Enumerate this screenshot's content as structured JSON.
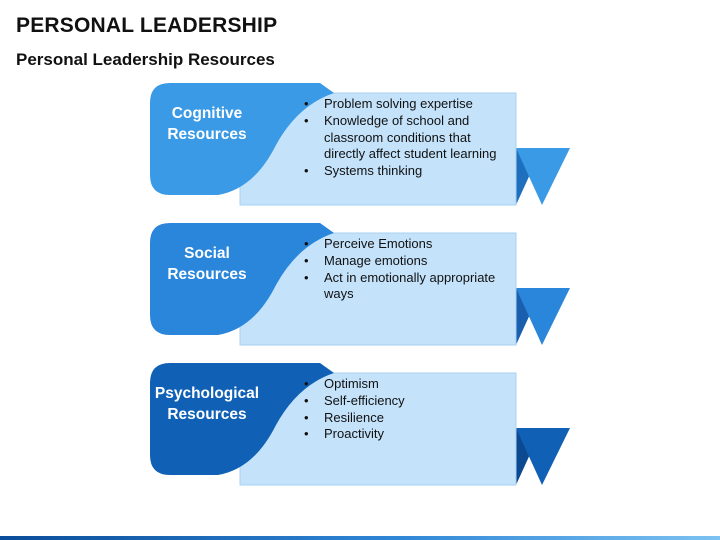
{
  "header": {
    "title": "PERSONAL LEADERSHIP",
    "subtitle": "Personal Leadership Resources"
  },
  "colors": {
    "panel": "#c4e3fb",
    "panel_shadow": "#a9d1f2",
    "rows": [
      "#3a9ae6",
      "#2a86db",
      "#1060b6"
    ],
    "folds": [
      "#1f6fbf",
      "#1a5fae",
      "#0b4a91"
    ]
  },
  "resources": [
    {
      "label_line1": "Cognitive",
      "label_line2": "Resources",
      "items": [
        "Problem solving expertise",
        "Knowledge of school and classroom conditions that directly affect student learning",
        "Systems thinking"
      ]
    },
    {
      "label_line1": "Social",
      "label_line2": "Resources",
      "items": [
        "Perceive Emotions",
        "Manage emotions",
        "Act in emotionally appropriate ways"
      ]
    },
    {
      "label_line1": "Psychological",
      "label_line2": "Resources",
      "items": [
        "Optimism",
        "Self-efficiency",
        "Resilience",
        "Proactivity"
      ]
    }
  ]
}
